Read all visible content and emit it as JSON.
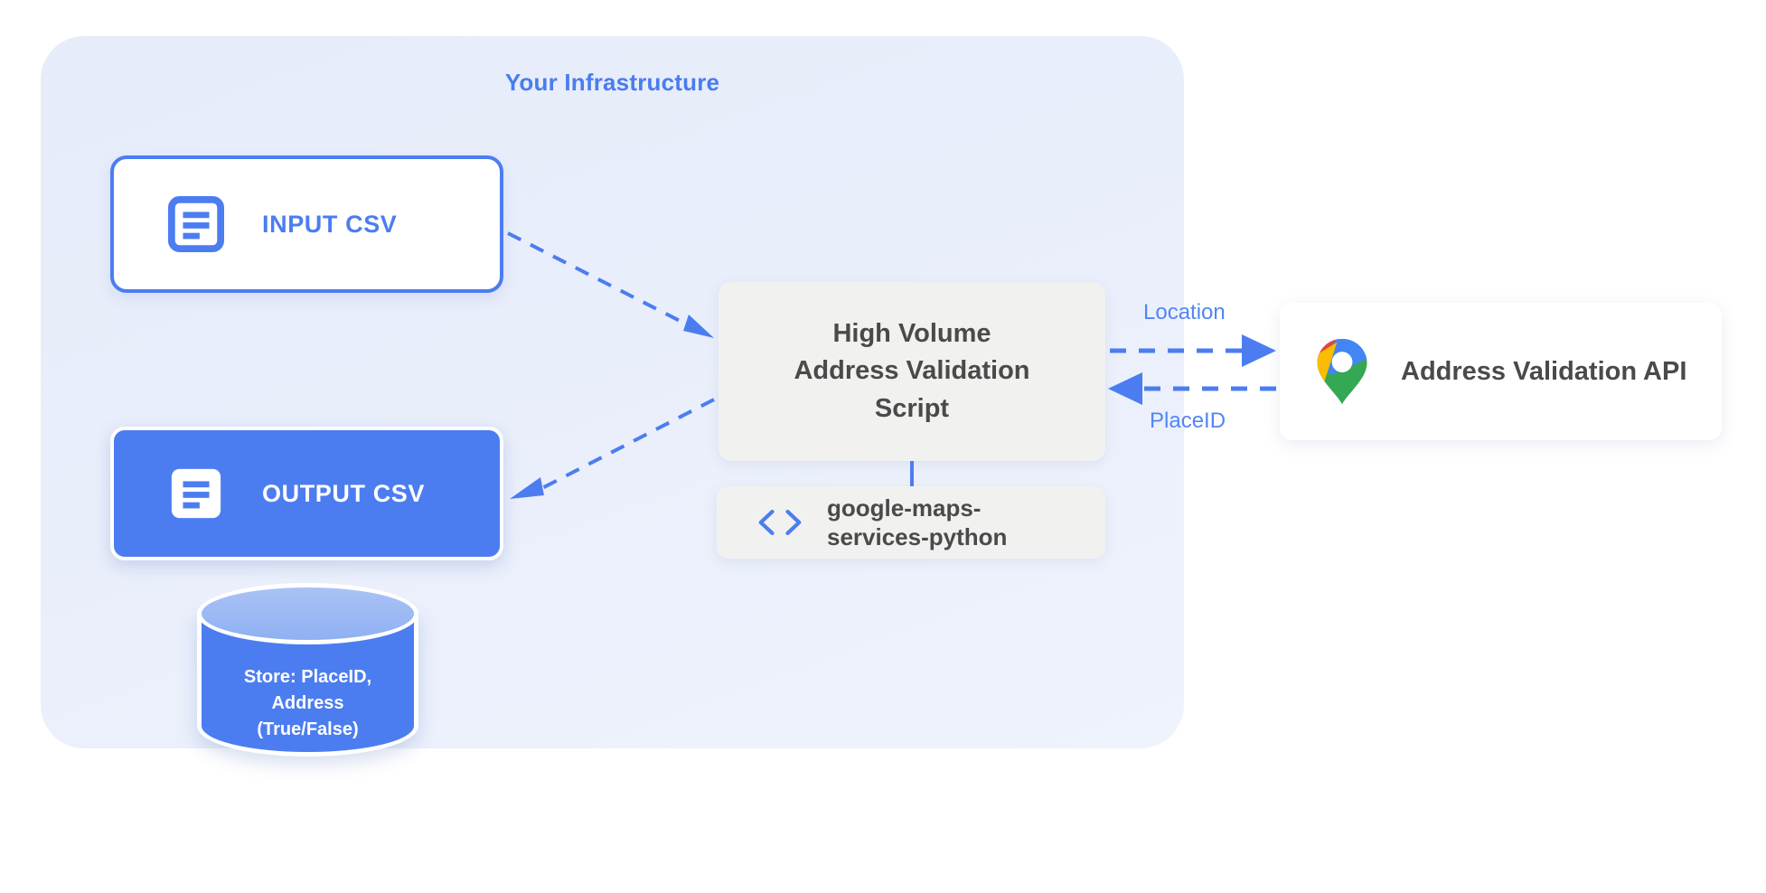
{
  "panel": {
    "title": "Your Infrastructure",
    "accent_color": "#4c7df0",
    "background_color": "#e9eefb"
  },
  "nodes": {
    "input_csv": {
      "label": "INPUT CSV",
      "icon": "document-icon",
      "style": "outlined-white",
      "text_color": "#4c7df0"
    },
    "output_csv": {
      "label": "OUTPUT CSV",
      "icon": "document-icon",
      "style": "filled-blue",
      "text_color": "#ffffff"
    },
    "database": {
      "line1": "Store: PlaceID,",
      "line2": "Address",
      "line3": "(True/False)",
      "shape": "cylinder",
      "fill_color": "#4c7df0",
      "top_color": "#9ab8f4"
    },
    "script": {
      "line1": "High Volume",
      "line2": "Address Validation",
      "line3": "Script",
      "fill_color": "#f1f1ef",
      "text_color": "#4a4a4a"
    },
    "library": {
      "line1": "google-maps-",
      "line2": "services-python",
      "icon": "code-brackets-icon",
      "fill_color": "#f1f1ef",
      "icon_color": "#4c7df0"
    },
    "api": {
      "label": "Address Validation API",
      "icon": "google-maps-pin-icon",
      "fill_color": "#ffffff",
      "text_color": "#4a4a4a"
    }
  },
  "edges": {
    "input_to_script": {
      "label": "",
      "style": "dashed",
      "direction": "right-down"
    },
    "script_to_output": {
      "label": "",
      "style": "dashed",
      "direction": "left-down"
    },
    "script_to_api": {
      "label": "Location",
      "style": "dashed",
      "direction": "right"
    },
    "api_to_script": {
      "label": "PlaceID",
      "style": "dashed",
      "direction": "left"
    },
    "script_to_library": {
      "label": "",
      "style": "solid",
      "direction": "down"
    }
  },
  "colors": {
    "arrow": "#4c7df0",
    "edge_label": "#5286f2"
  }
}
